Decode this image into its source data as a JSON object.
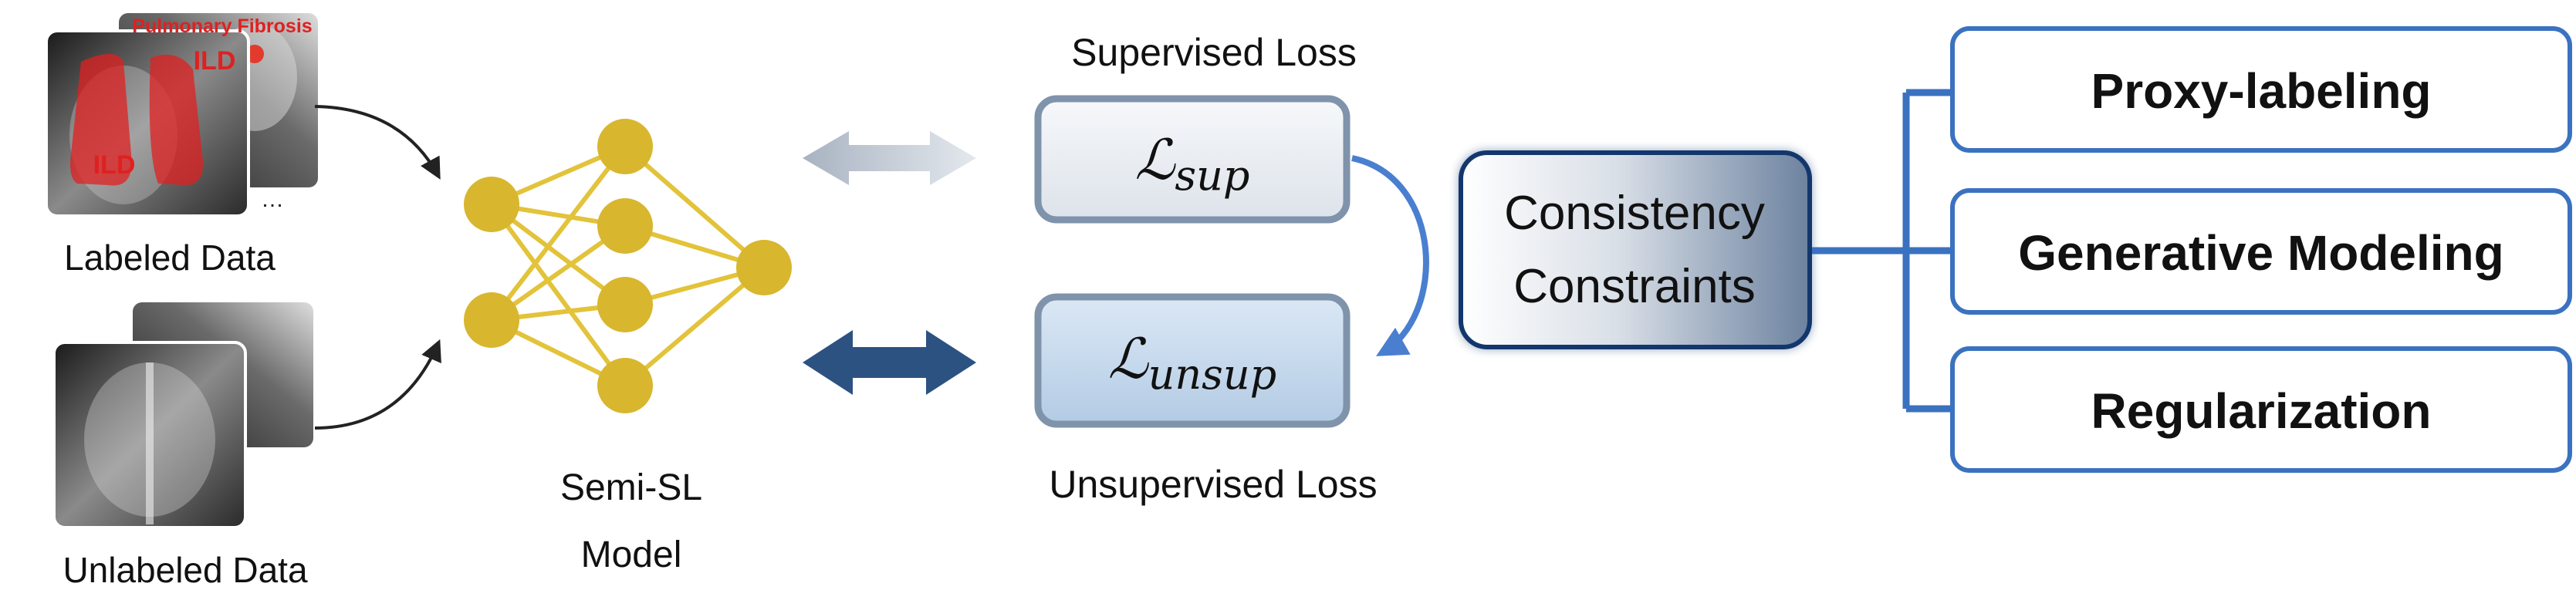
{
  "inputs": {
    "labeled_caption": "Labeled Data",
    "unlabeled_caption": "Unlabeled Data",
    "annotation_title": "Pulmonary Fibrosis",
    "annotation_label_1": "ILD",
    "annotation_label_2": "ILD",
    "ellipsis": "…"
  },
  "model": {
    "caption_line1": "Semi-SL",
    "caption_line2": "Model"
  },
  "losses": {
    "supervised_caption": "Supervised Loss",
    "unsupervised_caption": "Unsupervised Loss",
    "sup_symbol": "ℒ",
    "sup_subscript": "sup",
    "unsup_symbol": "ℒ",
    "unsup_subscript": "unsup"
  },
  "constraints": {
    "line1": "Consistency",
    "line2": "Constraints"
  },
  "methods": [
    {
      "label": "Proxy-labeling"
    },
    {
      "label": "Generative Modeling"
    },
    {
      "label": "Regularization"
    }
  ],
  "colors": {
    "node": "#d8b62e",
    "edge": "#e2c33a",
    "method_border": "#3a72c0",
    "loss_border": "#7f93ab",
    "arrow_dark": "#2c5282",
    "arrow_light": "#b9c4d2",
    "curve": "#4a7fd0"
  }
}
